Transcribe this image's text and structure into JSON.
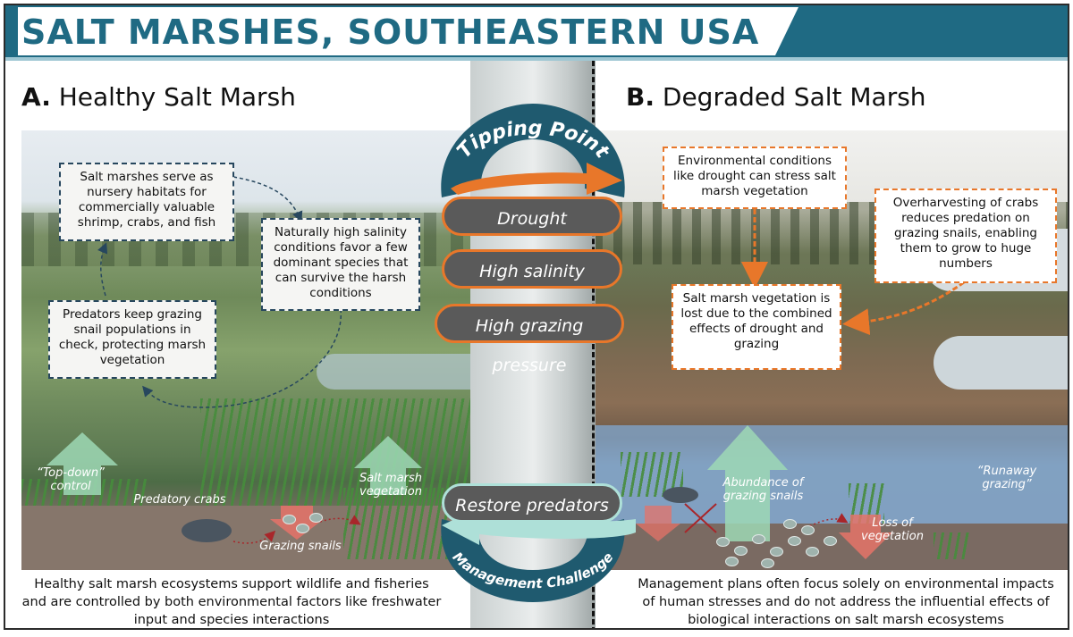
{
  "banner": {
    "title": "SALT MARSHES, SOUTHEASTERN USA"
  },
  "panel_a": {
    "letter": "A.",
    "title": "Healthy Salt Marsh",
    "notes": {
      "nursery": "Salt marshes serve as nursery habitats for commercially valuable shrimp, crabs, and fish",
      "salinity": "Naturally high salinity conditions favor a few dominant species that can survive the harsh conditions",
      "predators": "Predators keep grazing snail populations in check, protecting marsh vegetation"
    },
    "labels": {
      "top_down": "“Top-down” control",
      "predatory_crabs": "Predatory crabs",
      "salt_marsh_vegetation": "Salt marsh vegetation",
      "grazing_snails": "Grazing snails"
    },
    "caption": "Healthy salt marsh ecosystems support wildlife and fisheries and are controlled by both environmental factors like freshwater input and species interactions"
  },
  "center": {
    "tipping_point": "Tipping Point",
    "stressors": [
      "Drought",
      "High salinity",
      "High grazing pressure"
    ],
    "restore": "Restore predators",
    "management_challenge": "Management Challenge"
  },
  "panel_b": {
    "letter": "B.",
    "title": "Degraded Salt Marsh",
    "notes": {
      "drought": "Environmental conditions like drought can stress salt marsh vegetation",
      "overharvesting": "Overharvesting of crabs reduces predation on grazing snails, enabling them to grow to huge numbers",
      "lost": "Salt marsh vegetation is lost due to the combined effects of drought and grazing"
    },
    "labels": {
      "abundance": "Abundance of grazing snails",
      "runaway": "“Runaway grazing”",
      "loss": "Loss of vegetation"
    },
    "caption": "Management plans often focus solely on environmental impacts of human stresses and do not address the influential effects of biological interactions on salt marsh ecosystems"
  },
  "colors": {
    "banner": "#1f6a83",
    "arrow_orange": "#e8772a",
    "arrow_teal": "#aee0d8",
    "note_border_blue": "#27475e",
    "pill": "#5a5a5a"
  }
}
